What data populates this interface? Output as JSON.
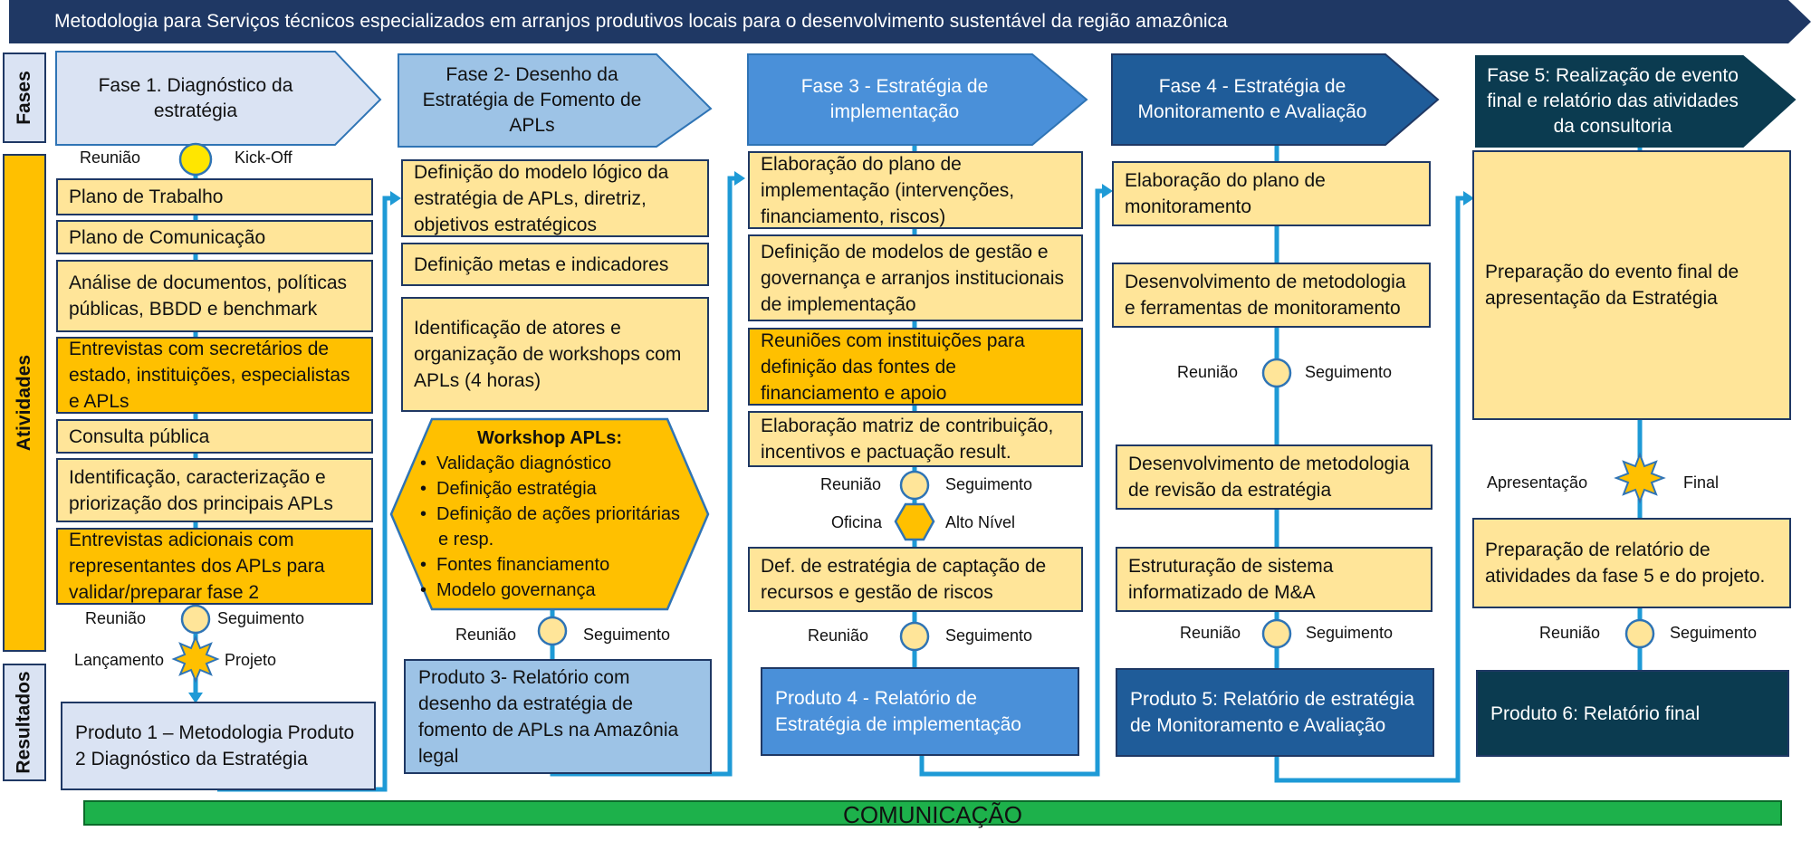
{
  "title": "Metodologia para Serviços técnicos especializados em arranjos produtivos locais para o desenvolvimento sustentável da região amazônica",
  "sidebar": {
    "fases": "Fases",
    "atividades": "Atividades",
    "resultados": "Resultados"
  },
  "colors": {
    "header": "#1f3864",
    "fase1": "#dae3f3",
    "fase2": "#9dc3e6",
    "fase3": "#4a90d9",
    "fase4": "#1f5c99",
    "fase5": "#0b3b50",
    "activity_light": "#ffe599",
    "activity_dark": "#ffc000",
    "connector": "#1e9ad6",
    "comunicacao": "#1db14b"
  },
  "phases": {
    "p1": {
      "title": "Fase 1. Diagnóstico da estratégia",
      "activities": [
        "Plano de Trabalho",
        "Plano de Comunicação",
        "Análise de documentos,  políticas públicas, BBDD e benchmark",
        "Entrevistas com secretários de estado, instituições, especialistas e APLs",
        "Consulta pública",
        "Identificação, caracterização e priorização dos principais APLs",
        "Entrevistas adicionais com representantes  dos APLs para validar/preparar fase 2"
      ],
      "kickoff_left": "Reunião",
      "kickoff_right": "Kick-Off",
      "meeting_left": "Reunião",
      "meeting_right": "Seguimento",
      "launch_left": "Lançamento",
      "launch_right": "Projeto",
      "product": "Produto 1 – Metodologia Produto 2 Diagnóstico da Estratégia"
    },
    "p2": {
      "title": "Fase 2-  Desenho da Estratégia de Fomento de APLs",
      "activities": [
        "Definição do modelo lógico da estratégia de APLs, diretriz, objetivos estratégicos",
        "Definição metas e indicadores",
        "Identificação de atores e organização de workshops com APLs (4 horas)"
      ],
      "workshop_title": "Workshop APLs:",
      "workshop_items": [
        "Validação diagnóstico",
        "Definição estratégia",
        "Definição de ações prioritárias e resp.",
        "Fontes financiamento",
        "Modelo governança"
      ],
      "meeting_left": "Reunião",
      "meeting_right": "Seguimento",
      "product": "Produto 3- Relatório com desenho da estratégia de fomento de APLs na Amazônia legal"
    },
    "p3": {
      "title": "Fase 3 - Estratégia de implementação",
      "activities": [
        "Elaboração do plano de implementação (intervenções, financiamento, riscos)",
        "Definição de modelos de gestão e governança e arranjos institucionais de implementação",
        "Reuniões com instituições para definição das fontes de financiamento e apoio",
        "Elaboração matriz de contribuição, incentivos e pactuação result.",
        "Def. de estratégia de captação de recursos e gestão de riscos"
      ],
      "meeting1_left": "Reunião",
      "meeting1_right": "Seguimento",
      "oficina_left": "Oficina",
      "oficina_right": "Alto Nível",
      "meeting2_left": "Reunião",
      "meeting2_right": "Seguimento",
      "product": "Produto 4 - Relatório de Estratégia de implementação"
    },
    "p4": {
      "title": "Fase 4 - Estratégia de Monitoramento e Avaliação",
      "activities": [
        "Elaboração do plano de monitoramento",
        "Desenvolvimento de metodologia e ferramentas de monitoramento",
        "Desenvolvimento de metodologia de revisão da estratégia",
        "Estruturação de sistema informatizado de M&A"
      ],
      "meeting1_left": "Reunião",
      "meeting1_right": "Seguimento",
      "meeting2_left": "Reunião",
      "meeting2_right": "Seguimento",
      "product": "Produto 5: Relatório de estratégia de Monitoramento e Avaliação"
    },
    "p5": {
      "title": "Fase 5: Realização de evento final e relatório das atividades da consultoria",
      "activities": [
        "Preparação do evento final de apresentação da Estratégia",
        "Preparação de relatório de atividades da fase 5 e do projeto."
      ],
      "present_left": "Apresentação",
      "present_right": "Final",
      "meeting_left": "Reunião",
      "meeting_right": "Seguimento",
      "product": "Produto 6: Relatório final"
    }
  },
  "comunicacao": "COMUNICAÇÃO"
}
